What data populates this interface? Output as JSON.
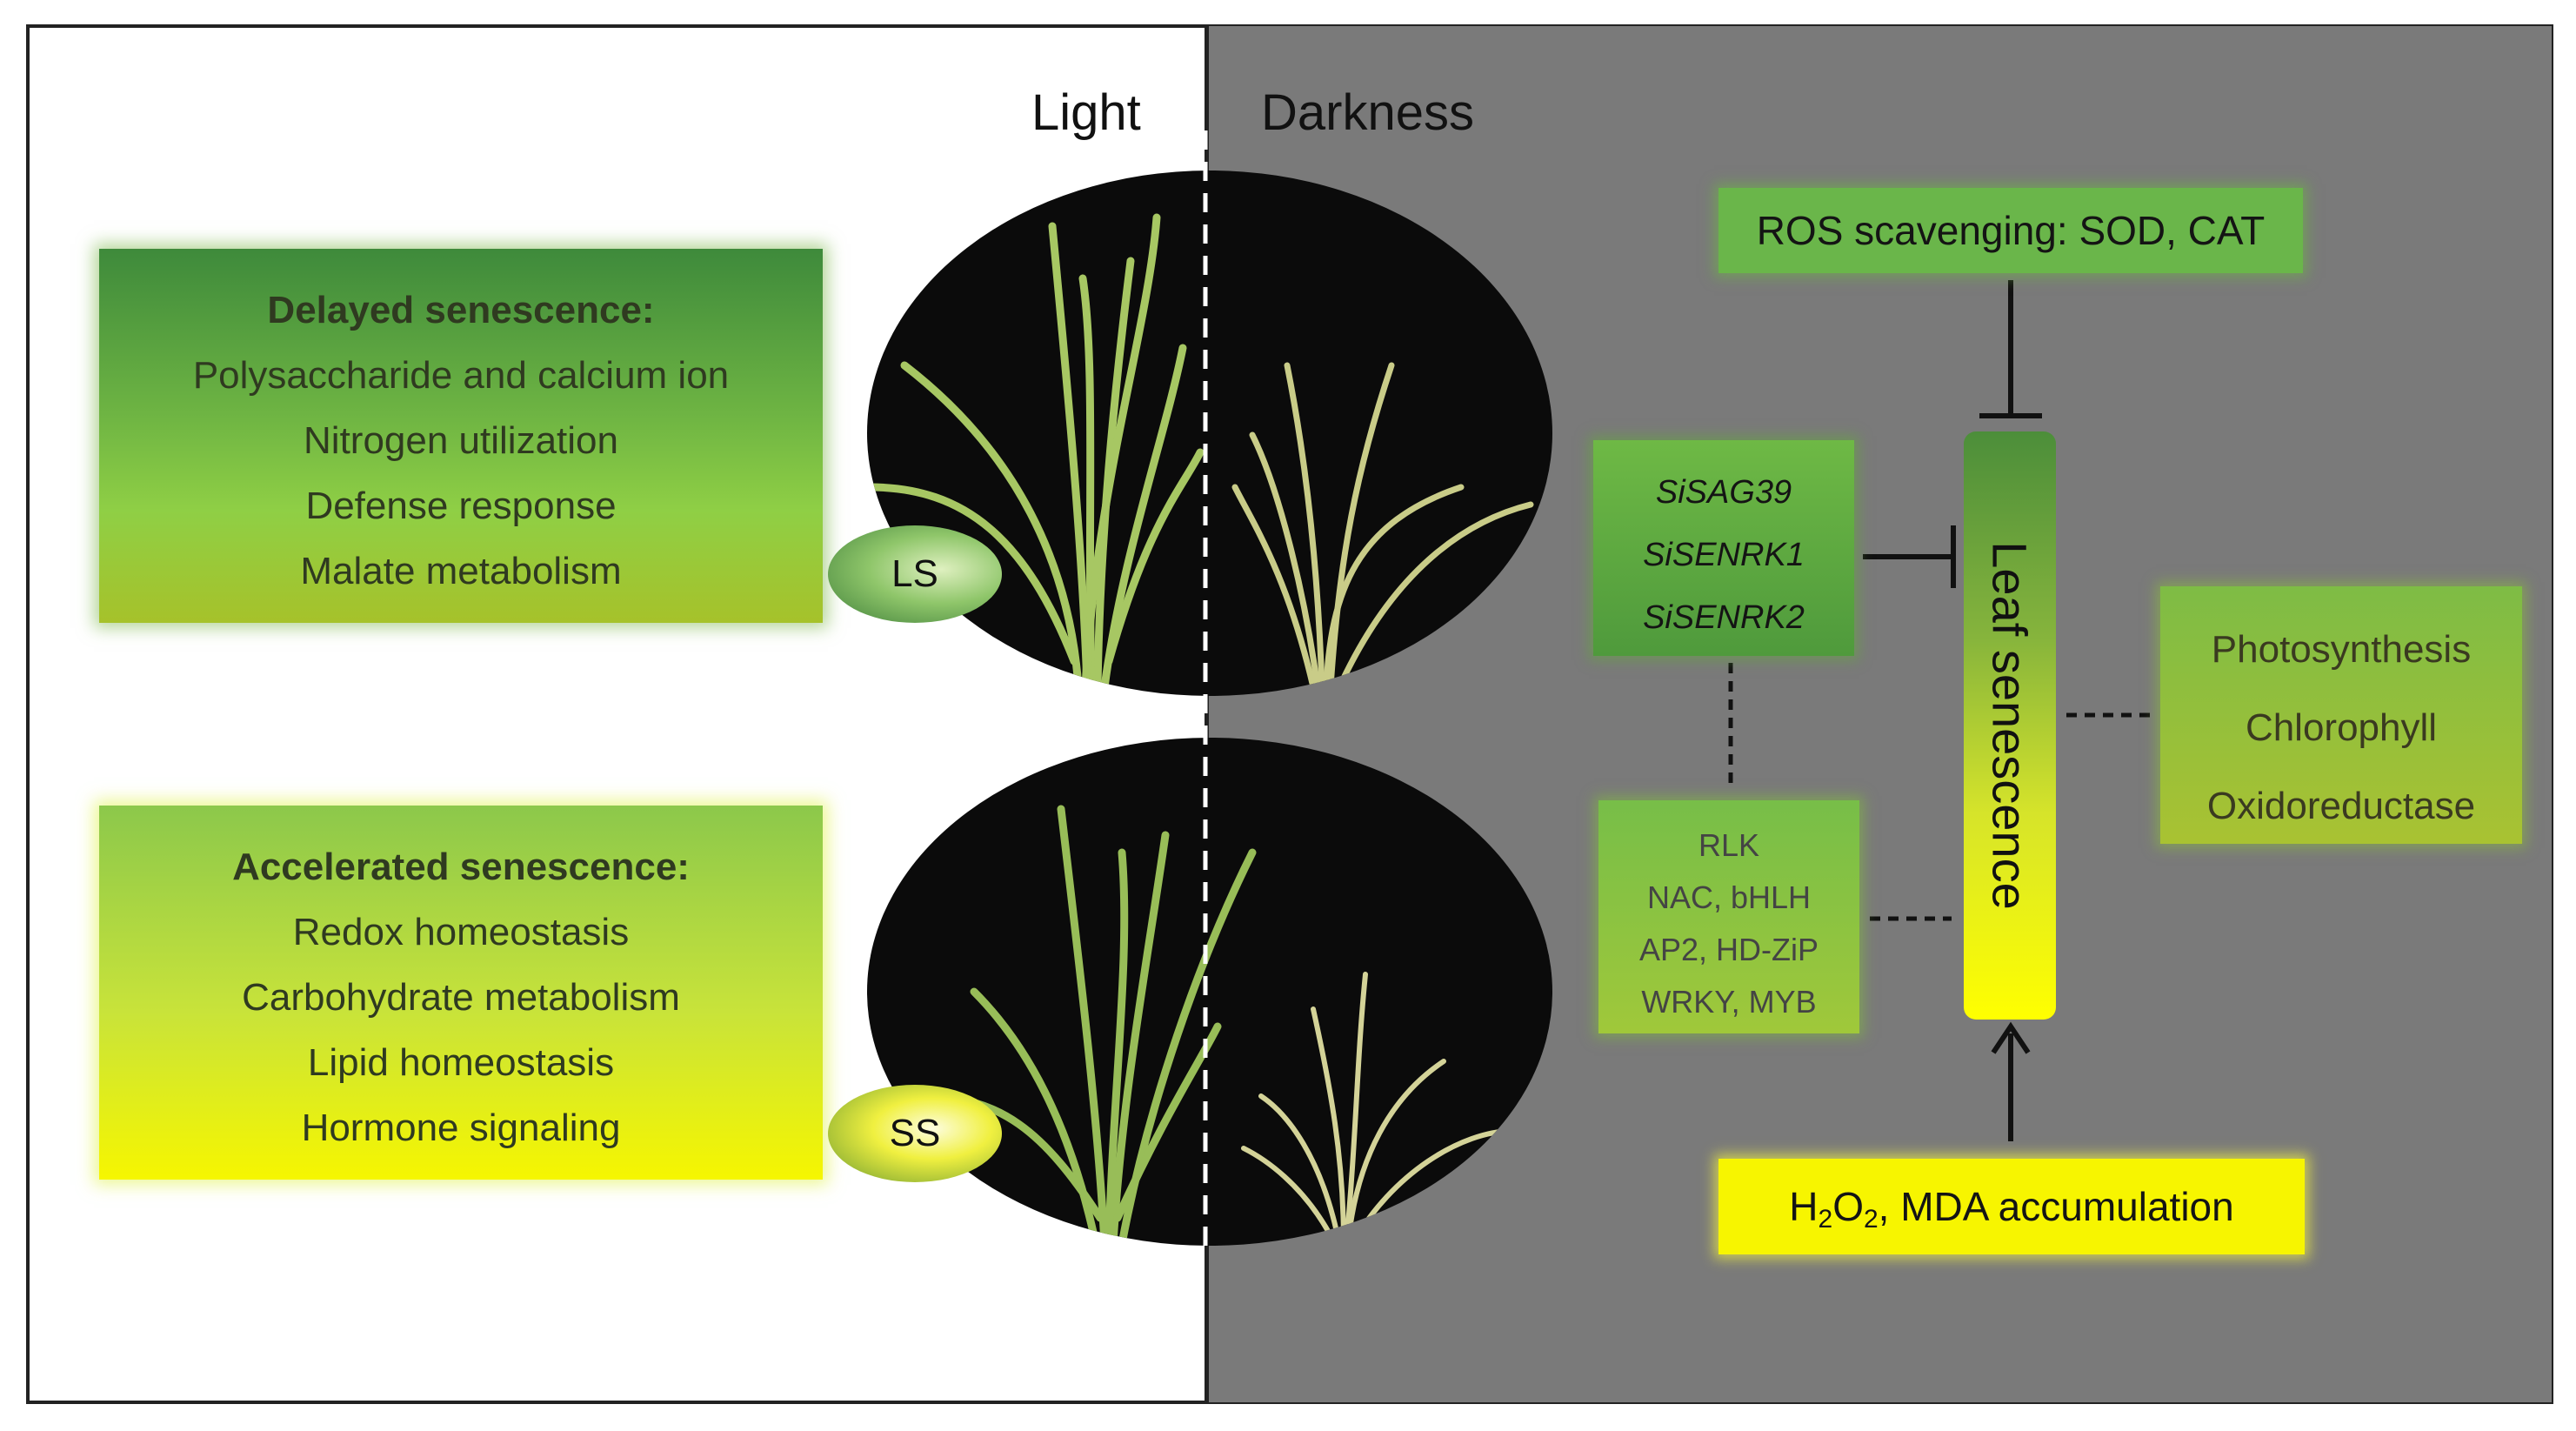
{
  "panels": {
    "light": "Light",
    "darkness": "Darkness"
  },
  "delayed": {
    "title": "Delayed senescence:",
    "items": [
      "Polysaccharide and calcium ion",
      "Nitrogen utilization",
      "Defense response",
      "Malate metabolism"
    ]
  },
  "accelerated": {
    "title": "Accelerated senescence:",
    "items": [
      "Redox homeostasis",
      "Carbohydrate metabolism",
      "Lipid homeostasis",
      "Hormone signaling"
    ]
  },
  "ovals": {
    "ls": "LS",
    "ss": "SS"
  },
  "ros": "ROS scavenging: SOD, CAT",
  "genes": [
    "SiSAG39",
    "SiSENRK1",
    "SiSENRK2"
  ],
  "tf": [
    "RLK",
    "NAC, bHLH",
    "AP2, HD-ZiP",
    "WRKY, MYB"
  ],
  "senescence_label": "Leaf senescence",
  "photo": [
    "Photosynthesis",
    "Chlorophyll",
    "Oxidoreductase"
  ],
  "h2o2": {
    "h": "H",
    "sub1": "2",
    "o": "O",
    "sub2": "2",
    "rest": ", MDA accumulation"
  },
  "colors": {
    "dark_panel": "#7a7a7a",
    "green": "#6ab64a",
    "yellow": "#f7f500"
  }
}
